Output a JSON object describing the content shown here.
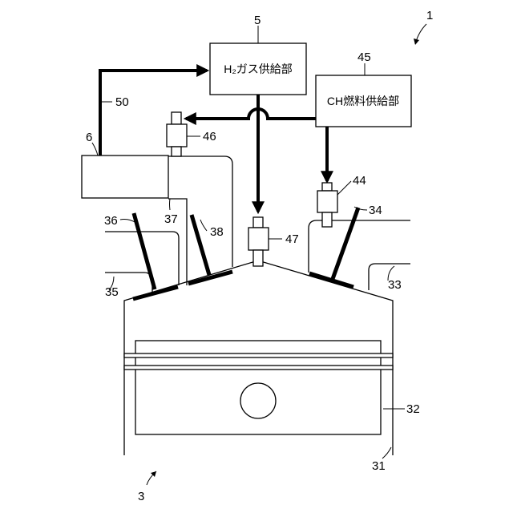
{
  "figure": {
    "boxes": {
      "h2_supply": {
        "ref": "5",
        "label": "H₂ガス供給部"
      },
      "ch_supply": {
        "ref": "45",
        "label": "CH燃料供給部"
      },
      "unit_6": {
        "ref": "6"
      }
    },
    "refs": {
      "system": "1",
      "engine": "3",
      "line_50": "50",
      "injector_46": "46",
      "injector_44": "44",
      "injector_47": "47",
      "valve_36": "36",
      "port_37": "37",
      "valve_38": "38",
      "valve_34": "34",
      "port_35": "35",
      "port_33": "33",
      "piston_32": "32",
      "cylinder_31": "31"
    }
  }
}
